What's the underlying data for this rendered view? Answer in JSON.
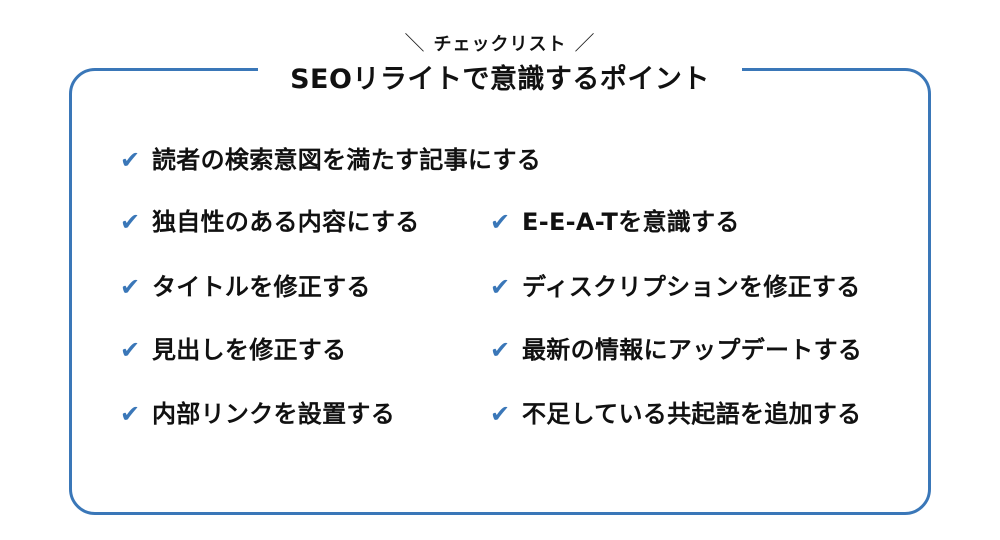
{
  "header": {
    "subtitle": "チェックリスト",
    "subtitle_left_deco": "＼",
    "subtitle_right_deco": "／",
    "title": "SEOリライトで意識するポイント"
  },
  "colors": {
    "accent": "#3a77b8",
    "text": "#111111",
    "background": "#ffffff"
  },
  "checklist": {
    "icon": "check-icon",
    "icon_glyph": "✔",
    "items": [
      {
        "label": "読者の検索意図を満たす記事にする"
      },
      {
        "label": "独自性のある内容にする"
      },
      {
        "label": "E-E-A-Tを意識する"
      },
      {
        "label": "タイトルを修正する"
      },
      {
        "label": "ディスクリプションを修正する"
      },
      {
        "label": "見出しを修正する"
      },
      {
        "label": "最新の情報にアップデートする"
      },
      {
        "label": "内部リンクを設置する"
      },
      {
        "label": "不足している共起語を追加する"
      }
    ]
  }
}
